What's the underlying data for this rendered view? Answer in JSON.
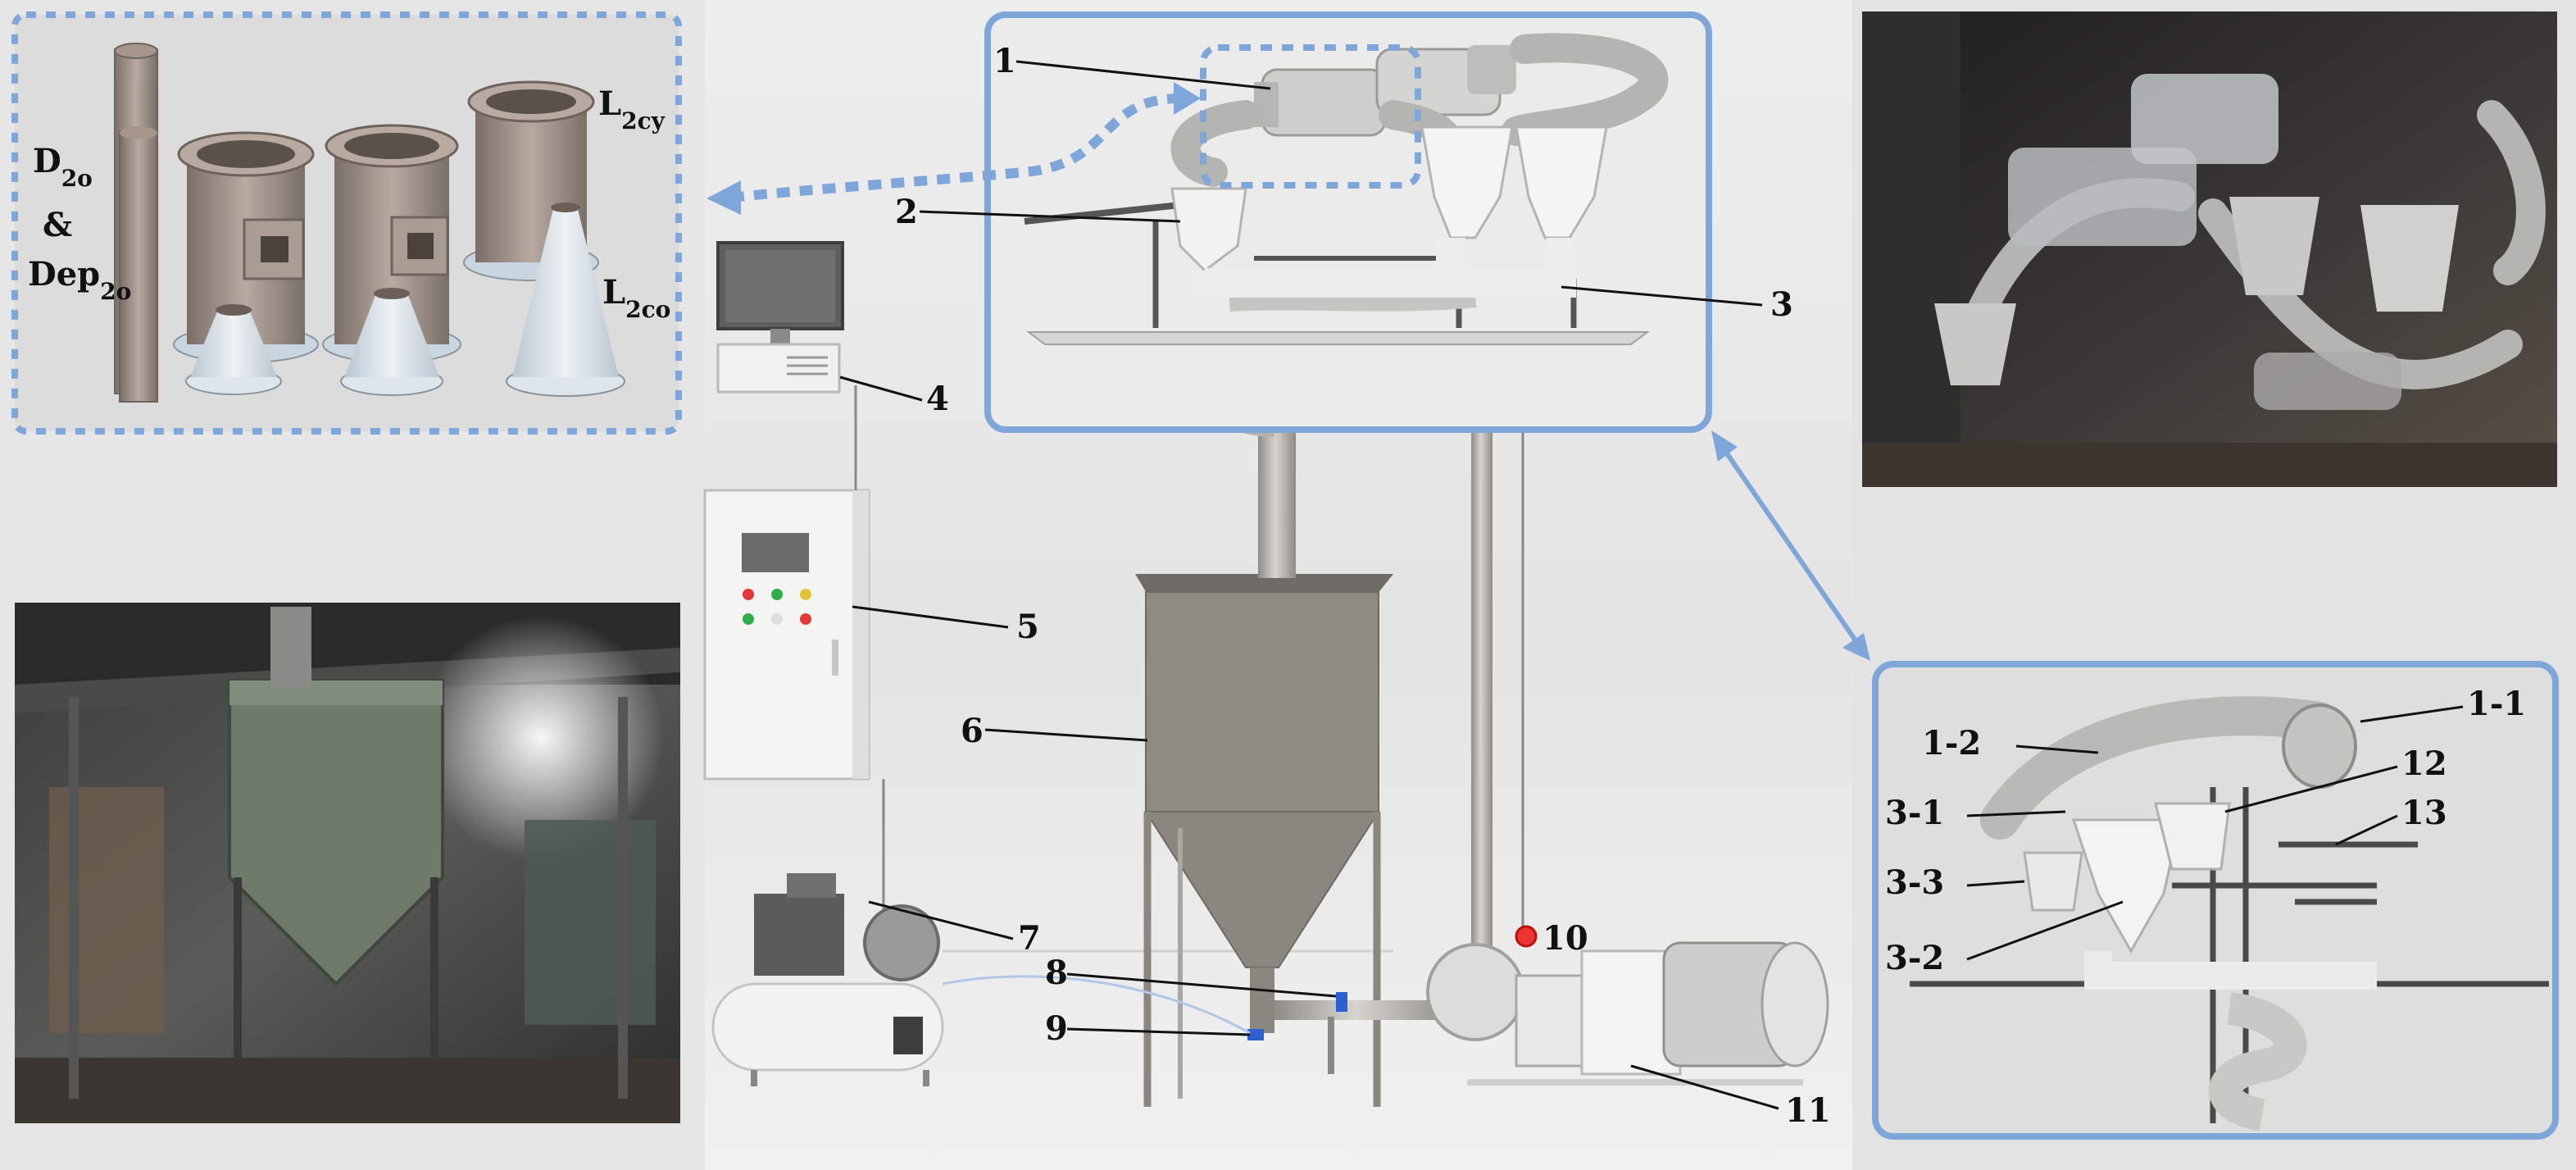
{
  "colors": {
    "panel_border": "#7fa6d9",
    "dash_border": "#7fa6d9",
    "arrow": "#7fa6d9",
    "background_gray": "#e8e8e8",
    "hopper": "#8f8b84"
  },
  "icons": [
    "dashed-arrow-icon",
    "double-arrow-icon"
  ],
  "labels": {
    "n1": "1",
    "n2": "2",
    "n3": "3",
    "n4": "4",
    "n5": "5",
    "n6": "6",
    "n7": "7",
    "n8": "8",
    "n9": "9",
    "n10": "10",
    "n11": "11",
    "n1_1": "1-1",
    "n1_2": "1-2",
    "n3_1": "3-1",
    "n3_2": "3-2",
    "n3_3": "3-3",
    "n12": "12",
    "n13": "13"
  },
  "parts_legend": {
    "d2o_main": "D",
    "d2o_sub": "2o",
    "amp": "&",
    "dep_main": "Dep",
    "dep_sub": "2o",
    "l2cy_main": "L",
    "l2cy_sub": "2cy",
    "l2co_main": "L",
    "l2co_sub": "2co"
  }
}
